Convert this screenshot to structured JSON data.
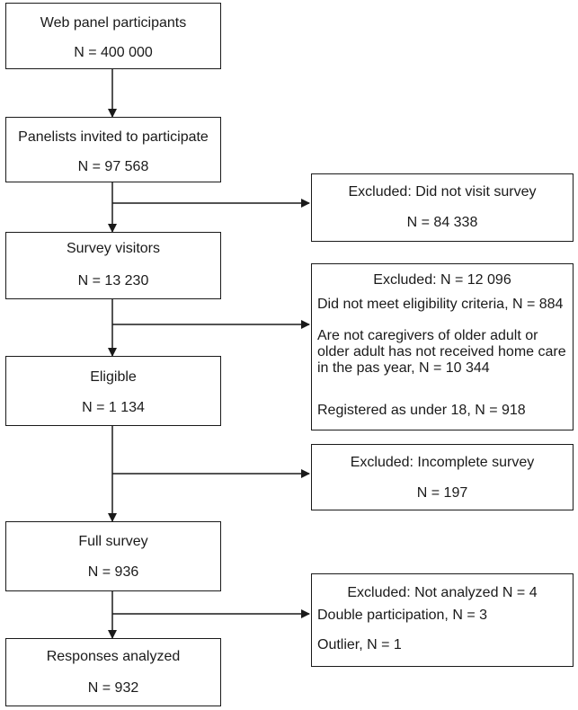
{
  "flow": {
    "main": [
      {
        "title": "Web panel participants",
        "count": "N = 400 000"
      },
      {
        "title": "Panelists invited to participate",
        "count": "N = 97 568"
      },
      {
        "title": "Survey visitors",
        "count": "N = 13 230"
      },
      {
        "title": "Eligible",
        "count": "N = 1 134"
      },
      {
        "title": "Full survey",
        "count": "N = 936"
      },
      {
        "title": "Responses analyzed",
        "count": "N = 932"
      }
    ],
    "exclusions": [
      {
        "title": "Excluded: Did not visit survey",
        "count": "N = 84 338"
      },
      {
        "title": "Excluded: N = 12 096",
        "items": [
          "Did not meet eligibility criteria, N = 884",
          "Are not caregivers of older adult or older adult has not received home care in the pas year, N = 10 344",
          "Registered as under 18, N = 918"
        ]
      },
      {
        "title": "Excluded: Incomplete survey",
        "count": "N = 197"
      },
      {
        "title": "Excluded: Not analyzed N = 4",
        "items": [
          "Double participation, N = 3",
          "Outlier, N = 1"
        ]
      }
    ]
  }
}
